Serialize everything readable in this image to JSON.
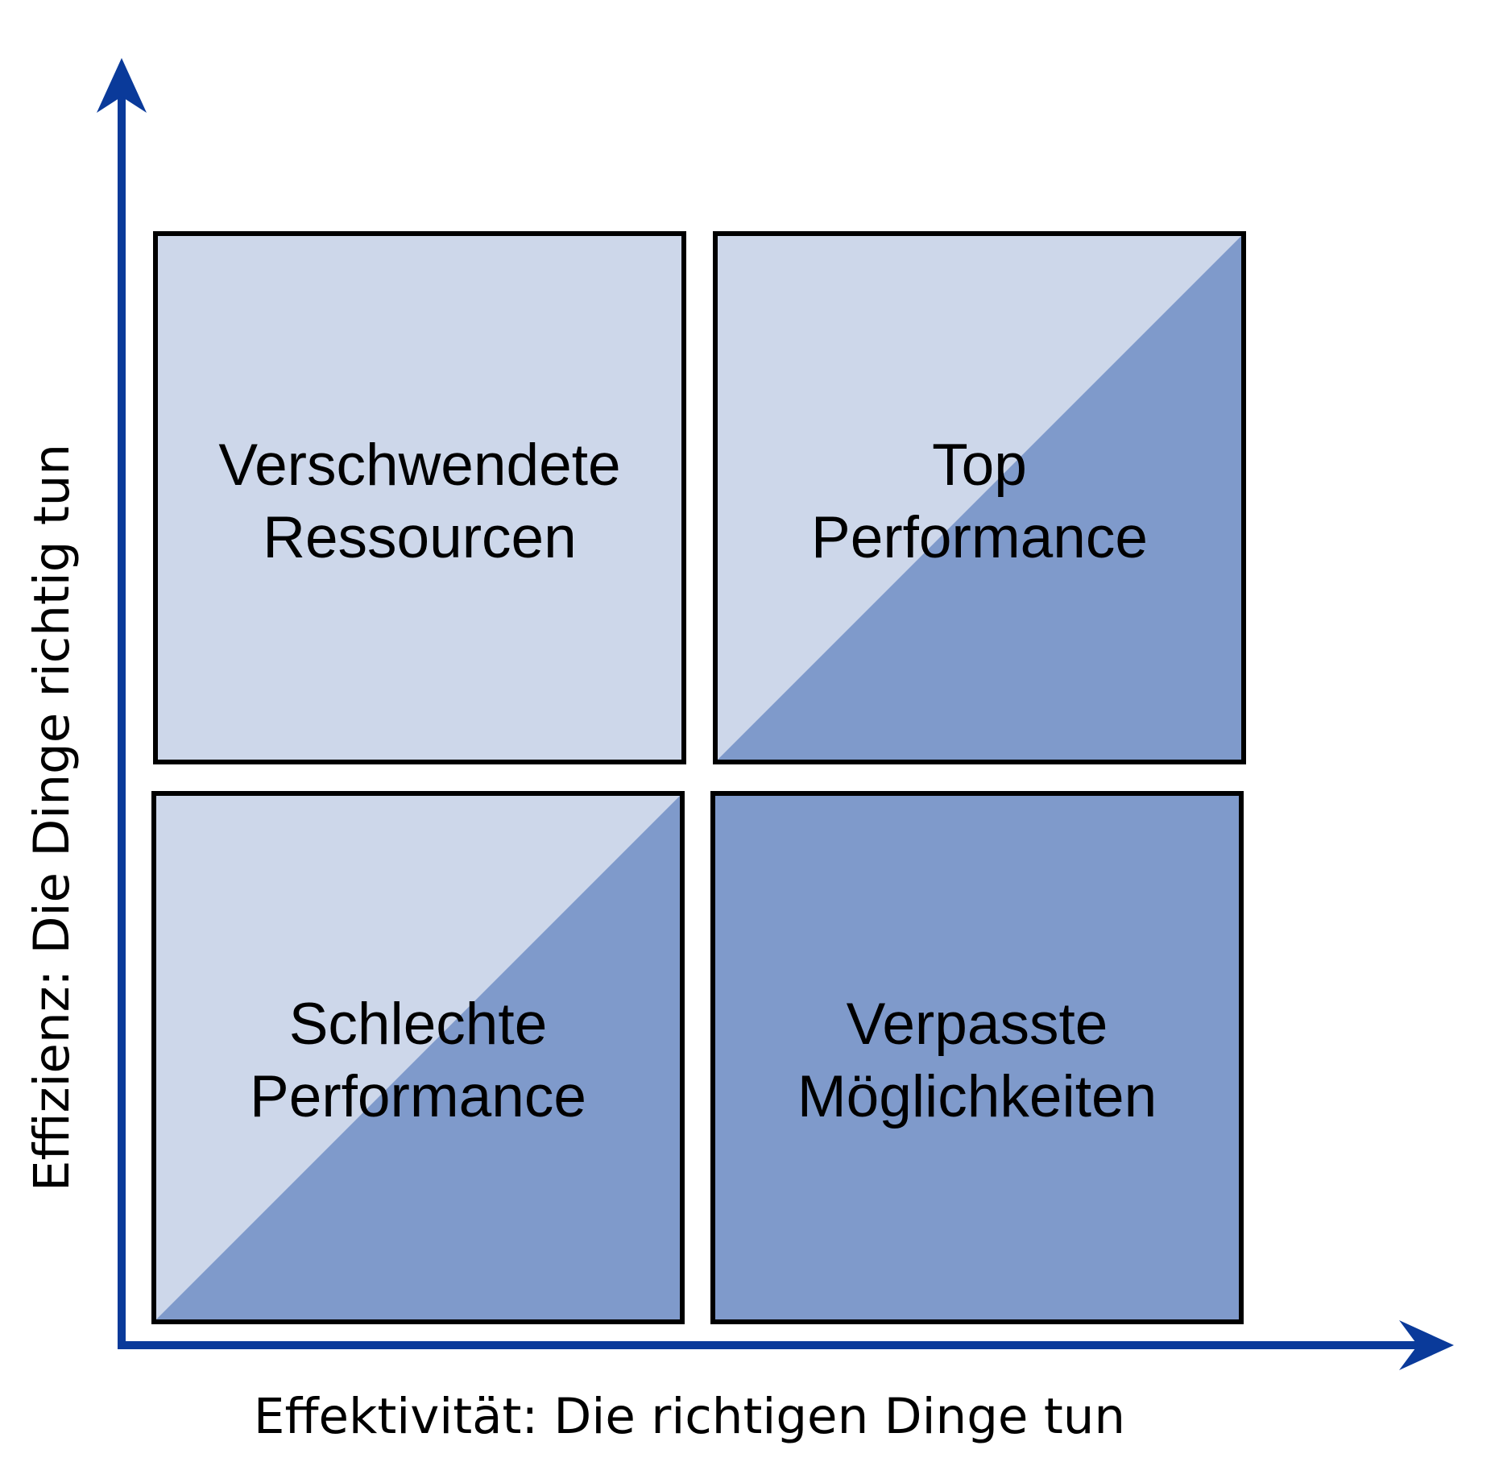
{
  "diagram": {
    "axes": {
      "y_label": "Effizienz: Die Dinge richtig tun",
      "x_label": "Effektivität: Die richtigen Dinge tun"
    },
    "quadrants": {
      "top_left": {
        "line1": "Verschwendete",
        "line2": "Ressourcen",
        "fill": "light"
      },
      "top_right": {
        "line1": "Top",
        "line2": "Performance",
        "fill": "diagonal-split"
      },
      "bottom_left": {
        "line1": "Schlechte",
        "line2": "Performance",
        "fill": "diagonal-split"
      },
      "bottom_right": {
        "line1": "Verpasste",
        "line2": "Möglichkeiten",
        "fill": "dark"
      }
    },
    "colors": {
      "axis": "#0a3a9a",
      "light_fill": "#cdd7ea",
      "dark_fill": "#7f9acb",
      "border": "#000000"
    }
  }
}
